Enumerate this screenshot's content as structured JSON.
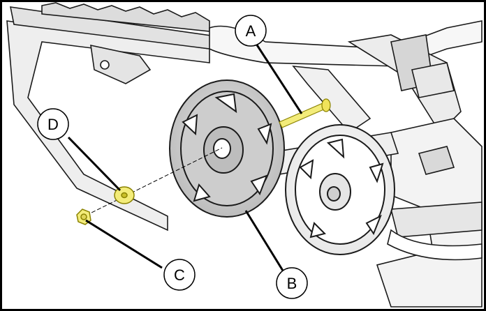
{
  "callouts": {
    "a": "A",
    "b": "B",
    "c": "C",
    "d": "D"
  },
  "colors": {
    "outline": "#000000",
    "part_shade": "#d4d4d4",
    "part_light": "#f2f2f2",
    "highlight": "#f3ec7a",
    "highlight_dark": "#c9bf2a",
    "leader": "#000000"
  }
}
